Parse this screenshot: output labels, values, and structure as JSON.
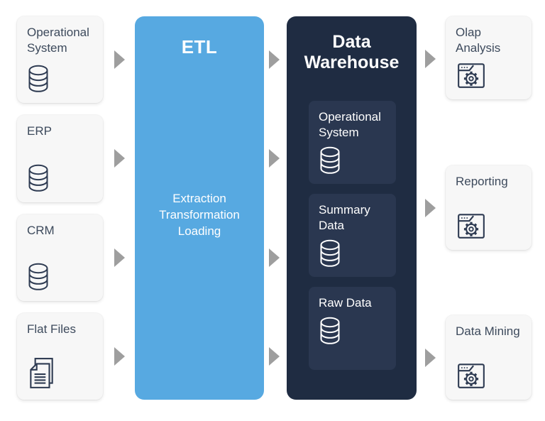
{
  "colors": {
    "etl_blue": "#57a9e1",
    "warehouse_navy": "#1f2c42",
    "store_bg": "#2a3750",
    "card_bg": "#f7f7f7",
    "text_dark": "#3d4a5c",
    "icon_stroke": "#2e3b52",
    "arrow_gray": "#9e9e9e",
    "white": "#ffffff"
  },
  "sources": [
    {
      "label": "Operational System",
      "icon": "database-icon"
    },
    {
      "label": "ERP",
      "icon": "database-icon"
    },
    {
      "label": "CRM",
      "icon": "database-icon"
    },
    {
      "label": "Flat Files",
      "icon": "documents-icon"
    }
  ],
  "etl": {
    "title": "ETL",
    "lines": [
      "Extraction",
      "Transformation",
      "Loading"
    ]
  },
  "warehouse": {
    "title": "Data Warehouse",
    "stores": [
      {
        "label": "Operational System",
        "icon": "database-icon"
      },
      {
        "label": "Summary Data",
        "icon": "database-icon"
      },
      {
        "label": "Raw Data",
        "icon": "database-icon"
      }
    ]
  },
  "outputs": [
    {
      "label": "Olap Analysis",
      "icon": "window-gear-icon"
    },
    {
      "label": "Reporting",
      "icon": "window-gear-icon"
    },
    {
      "label": "Data Mining",
      "icon": "window-gear-icon"
    }
  ]
}
